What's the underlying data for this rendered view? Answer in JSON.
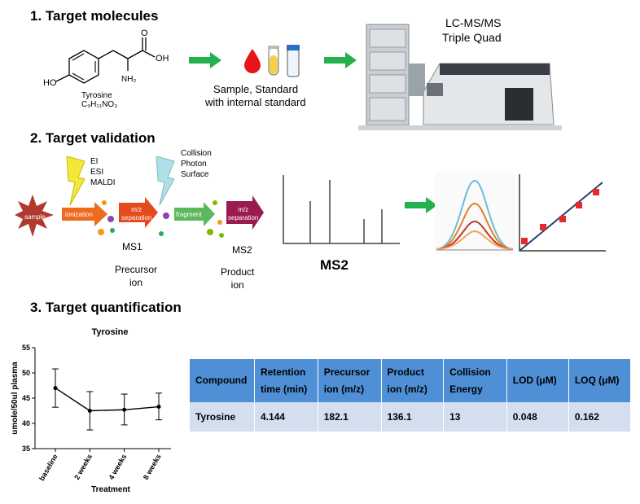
{
  "section1": {
    "title": "1. Target molecules",
    "molecule": {
      "name": "Tyrosine",
      "formula": "C₉H₁₁NO₃",
      "atom_nh2": "NH₂",
      "atom_ho": "HO",
      "atom_oh": "OH",
      "atom_o": "O"
    },
    "sample_label_line1": "Sample, Standard",
    "sample_label_line2": "with internal standard",
    "instrument_line1": "LC-MS/MS",
    "instrument_line2": "Triple Quad"
  },
  "section2": {
    "title": "2. Target validation",
    "ionization_methods": [
      "EI",
      "ESI",
      "MALDI"
    ],
    "fragmentation_methods": [
      "Collision",
      "Photon",
      "Surface"
    ],
    "flow": {
      "sample": "sample",
      "ionization": "ionization",
      "mz_separation": [
        "m/z",
        "separation"
      ],
      "fragment": "fragment",
      "mz_separation2": [
        "m/z",
        "separation"
      ]
    },
    "ms1": "MS1",
    "ms2_small": "MS2",
    "precursor": [
      "Precursor",
      "ion"
    ],
    "product": [
      "Product",
      "ion"
    ],
    "ms2_big": "MS2"
  },
  "section3": {
    "title": "3. Target quantification"
  },
  "chart_data": {
    "type": "line",
    "title": "Tyrosine",
    "xlabel": "Treatment",
    "ylabel": "umole/50ul plasma",
    "categories": [
      "baseline",
      "2 weeks",
      "4 weeks",
      "8 weeks"
    ],
    "values": [
      47.0,
      42.5,
      42.7,
      43.3
    ],
    "error_low": [
      43.2,
      38.7,
      39.7,
      40.7
    ],
    "error_high": [
      50.8,
      46.3,
      45.8,
      46.0
    ],
    "ylim": [
      35,
      55
    ],
    "yticks": [
      "35",
      "40",
      "45",
      "50",
      "55"
    ]
  },
  "table": {
    "headers": [
      [
        "Compound"
      ],
      [
        "Retention",
        "time (min)"
      ],
      [
        "Precursor",
        "ion (m/z)"
      ],
      [
        "Product",
        "ion (m/z)"
      ],
      [
        "Collision",
        "Energy"
      ],
      [
        "LOD (μM)"
      ],
      [
        "LOQ (μM)"
      ]
    ],
    "rows": [
      [
        "Tyrosine",
        "4.144",
        "182.1",
        "136.1",
        "13",
        "0.048",
        "0.162"
      ]
    ]
  },
  "colors": {
    "arrow_green": "#22b14c",
    "flow_orange": "#ec6b1e",
    "flow_red": "#c0392b",
    "flow_green": "#5cb85c",
    "flow_magenta": "#9b1b4f",
    "table_header": "#4f8fd6",
    "table_row": "#d3dfee"
  }
}
